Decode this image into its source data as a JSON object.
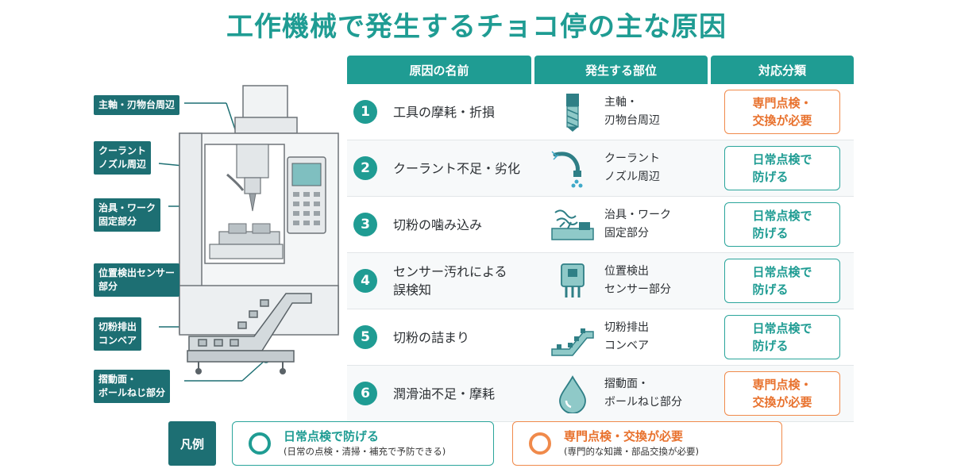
{
  "title": "工作機械で発生するチョコ停の主な原因",
  "callouts": [
    "主軸・刃物台周辺",
    "クーラント\nノズル周辺",
    "治具・ワーク\n固定部分",
    "位置検出センサー\n部分",
    "切粉排出\nコンベア",
    "摺動面・\nボールねじ部分"
  ],
  "table": {
    "headers": [
      "原因の名前",
      "発生する部位",
      "対応分類"
    ],
    "rows": [
      {
        "num": "1",
        "cause": "工具の摩耗・折損",
        "part": "主軸・\n刃物台周辺",
        "icon": "end-mill-icon",
        "action": "専門点検・\n交換が必要",
        "type": "pro"
      },
      {
        "num": "2",
        "cause": "クーラント不足・劣化",
        "part": "クーラント\nノズル周辺",
        "icon": "coolant-nozzle-icon",
        "action": "日常点検で\n防げる",
        "type": "daily"
      },
      {
        "num": "3",
        "cause": "切粉の噛み込み",
        "part": "治具・ワーク\n固定部分",
        "icon": "chip-jam-icon",
        "action": "日常点検で\n防げる",
        "type": "daily"
      },
      {
        "num": "4",
        "cause": "センサー汚れによる\n誤検知",
        "part": "位置検出\nセンサー部分",
        "icon": "sensor-icon",
        "action": "日常点検で\n防げる",
        "type": "daily"
      },
      {
        "num": "5",
        "cause": "切粉の詰まり",
        "part": "切粉排出\nコンベア",
        "icon": "conveyor-icon",
        "action": "日常点検で\n防げる",
        "type": "daily"
      },
      {
        "num": "6",
        "cause": "潤滑油不足・摩耗",
        "part": "摺動面・\nボールねじ部分",
        "icon": "oil-drop-icon",
        "action": "専門点検・\n交換が必要",
        "type": "pro"
      }
    ]
  },
  "legend": {
    "label": "凡例",
    "daily": {
      "main": "日常点検で防げる",
      "sub": "(日常の点検・清掃・補充で予防できる)"
    },
    "pro": {
      "main": "専門点検・交換が必要",
      "sub": "(専門的な知識・部品交換が必要)"
    }
  },
  "colors": {
    "teal": "#1f9c93",
    "dark_teal": "#1d6f73",
    "orange": "#e8722e",
    "orange_border": "#f08a4b"
  }
}
